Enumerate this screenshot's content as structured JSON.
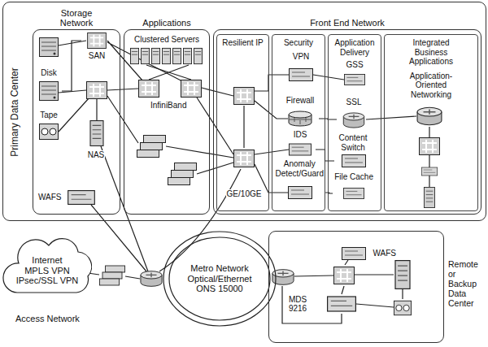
{
  "diagram": {
    "nodes": [
      {
        "text": [
          "Primary Data Center"
        ]
      },
      {
        "text": [
          "Storage Network"
        ],
        "in": 0
      },
      {
        "text": [
          "Applications"
        ],
        "in": 0
      },
      {
        "text": [
          "Front End Network"
        ],
        "in": 0
      },
      {
        "text": [
          "Resilient IP"
        ],
        "in": 3
      },
      {
        "text": [
          "Security"
        ],
        "in": 3
      },
      {
        "text": [
          "Application Delivery"
        ],
        "in": 3
      },
      {
        "text": [
          "Integrated Business Applications",
          "Application-Oriented Networking"
        ],
        "in": 3
      },
      {
        "text": [
          "SAN"
        ],
        "in": 1
      },
      {
        "text": [
          "Disk"
        ],
        "in": 1
      },
      {
        "text": [
          "Tape"
        ],
        "in": 1
      },
      {
        "text": [
          "NAS"
        ],
        "in": 1
      },
      {
        "text": [
          "WAFS"
        ],
        "in": 1
      },
      {
        "text": [
          "GE/10GE"
        ],
        "in": 4
      },
      {
        "text": [
          "VPN"
        ],
        "in": 5
      },
      {
        "text": [
          "Firewall"
        ],
        "in": 5
      },
      {
        "text": [
          "IDS"
        ],
        "in": 5
      },
      {
        "text": [
          "Anomaly",
          "Detect/Guard"
        ],
        "in": 5
      },
      {
        "text": [
          "GSS"
        ],
        "in": 6
      },
      {
        "text": [
          "SSL"
        ],
        "in": 6
      },
      {
        "text": [
          "Content Switch"
        ],
        "in": 6
      },
      {
        "text": [
          "File Cache"
        ],
        "in": 6
      },
      {
        "text": [
          "Internet",
          "MPLS VPN",
          "IPsec/SSL VPN"
        ]
      },
      {
        "text": [
          "Metro Network Optical/Ethernet ONS 15000"
        ]
      },
      {
        "text": [
          "Remote or Backup Data Center"
        ]
      },
      {
        "text": [
          "WAFS"
        ],
        "in": 24
      },
      {
        "text": [
          "MDS 9216"
        ],
        "in": 24
      }
    ],
    "edges": [
      {
        "from": 9,
        "to": 8,
        "arrow": "none"
      },
      {
        "from": 15,
        "to": 19,
        "arrow": "none"
      },
      {
        "from": 16,
        "to": 20,
        "arrow": "none"
      },
      {
        "from": 17,
        "to": 21,
        "arrow": "none"
      }
    ],
    "labels": [
      "Clustered Servers",
      "InfiniBand",
      "Access Network"
    ]
  }
}
